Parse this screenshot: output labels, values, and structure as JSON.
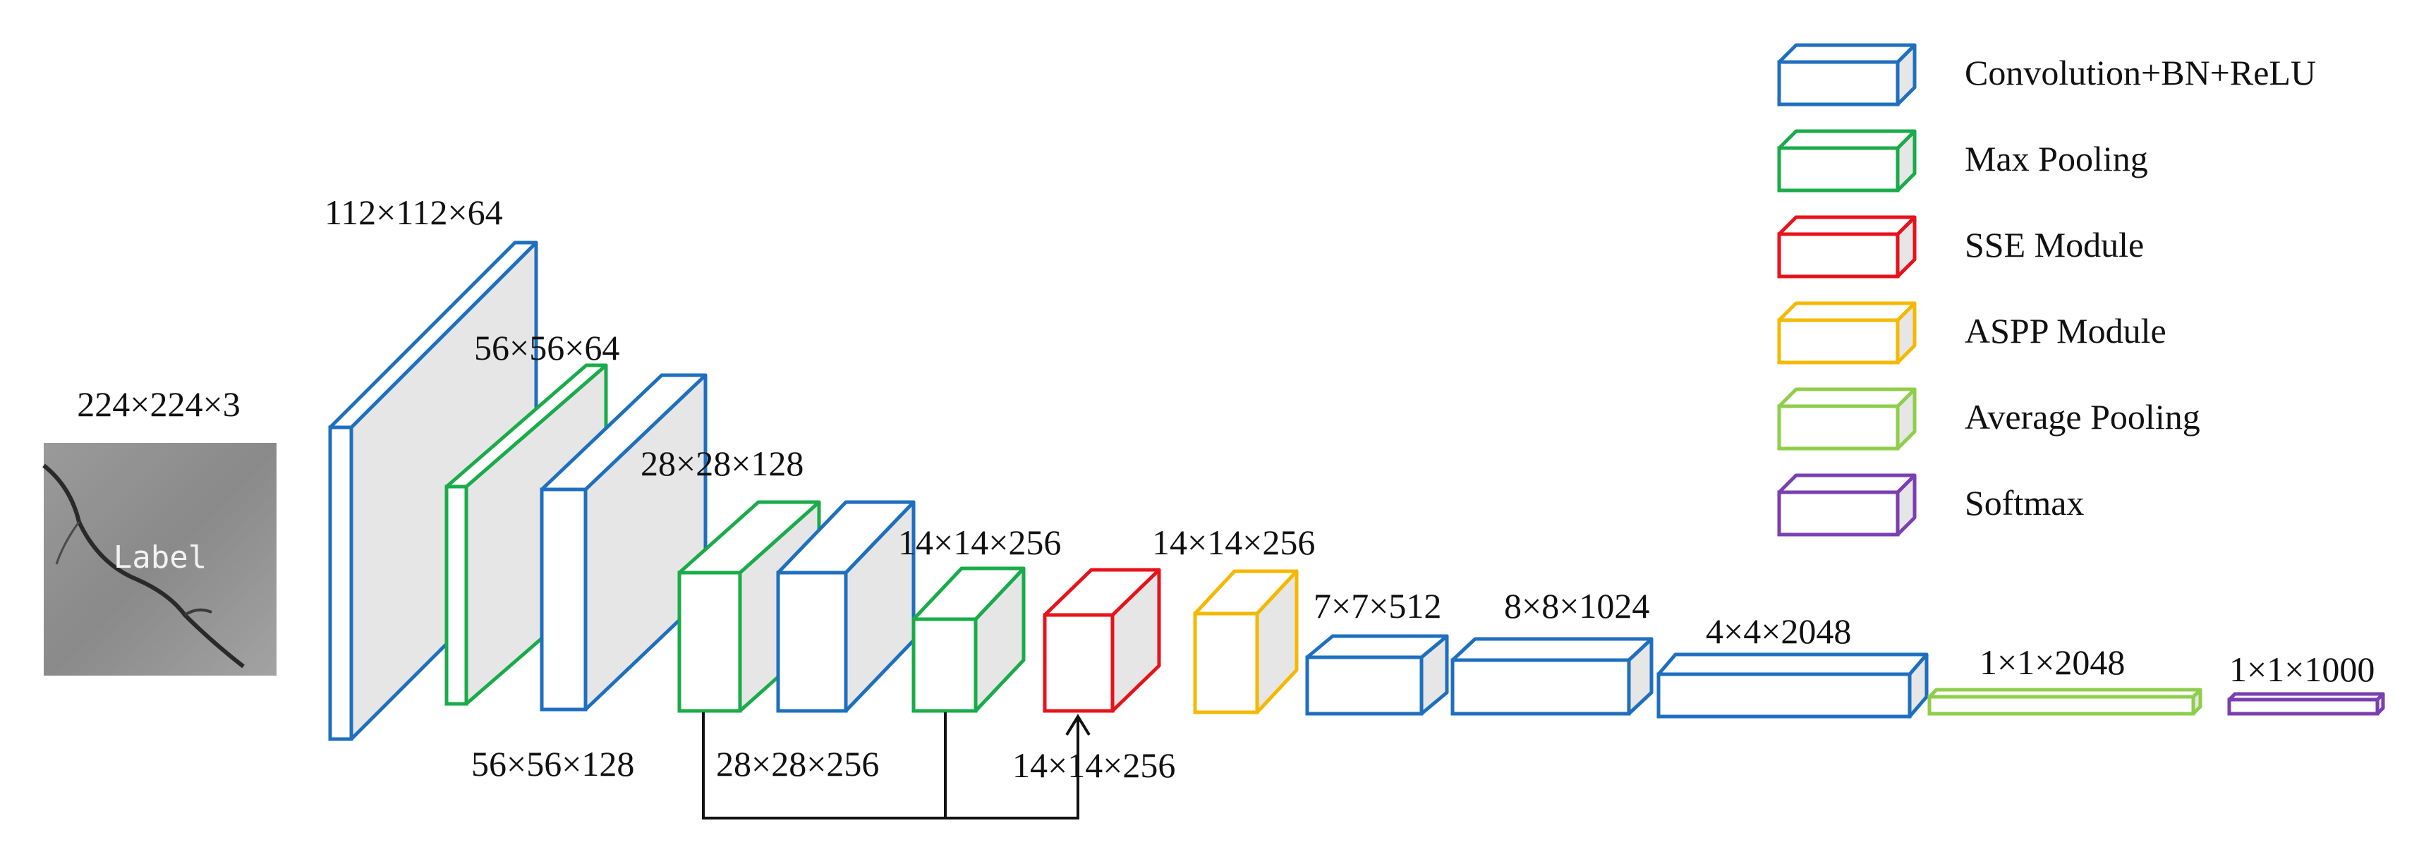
{
  "input_image": {
    "dimension": "224×224×3",
    "overlay_text": "Label"
  },
  "layers": [
    {
      "id": "L1",
      "type": "conv",
      "label": "112×112×64"
    },
    {
      "id": "L2",
      "type": "maxpool",
      "label": "56×56×64"
    },
    {
      "id": "L3",
      "type": "conv",
      "label": "56×56×128"
    },
    {
      "id": "L4",
      "type": "maxpool",
      "label": "28×28×128"
    },
    {
      "id": "L5",
      "type": "conv",
      "label": "28×28×256"
    },
    {
      "id": "L6",
      "type": "maxpool",
      "label": "14×14×256"
    },
    {
      "id": "L7",
      "type": "sse",
      "label": "14×14×256"
    },
    {
      "id": "L8",
      "type": "aspp",
      "label": "14×14×256"
    },
    {
      "id": "L9",
      "type": "conv",
      "label": "7×7×512"
    },
    {
      "id": "L10",
      "type": "conv",
      "label": "8×8×1024"
    },
    {
      "id": "L11",
      "type": "conv",
      "label": "4×4×2048"
    },
    {
      "id": "L12",
      "type": "avgpool",
      "label": "1×1×2048"
    },
    {
      "id": "L13",
      "type": "softmax",
      "label": "1×1×1000"
    }
  ],
  "legend": [
    {
      "type": "conv",
      "label": "Convolution+BN+ReLU",
      "color": "#1f6fbf"
    },
    {
      "type": "maxpool",
      "label": "Max Pooling",
      "color": "#1aab4a"
    },
    {
      "type": "sse",
      "label": "SSE Module",
      "color": "#e8121a"
    },
    {
      "type": "aspp",
      "label": "ASPP Module",
      "color": "#f5b800"
    },
    {
      "type": "avgpool",
      "label": "Average Pooling",
      "color": "#8fce4a"
    },
    {
      "type": "softmax",
      "label": "Softmax",
      "color": "#7a3fb0"
    }
  ],
  "colors": {
    "side_fill": "#e6e6e6",
    "front_fill": "#ffffff",
    "connector": "#111111"
  }
}
